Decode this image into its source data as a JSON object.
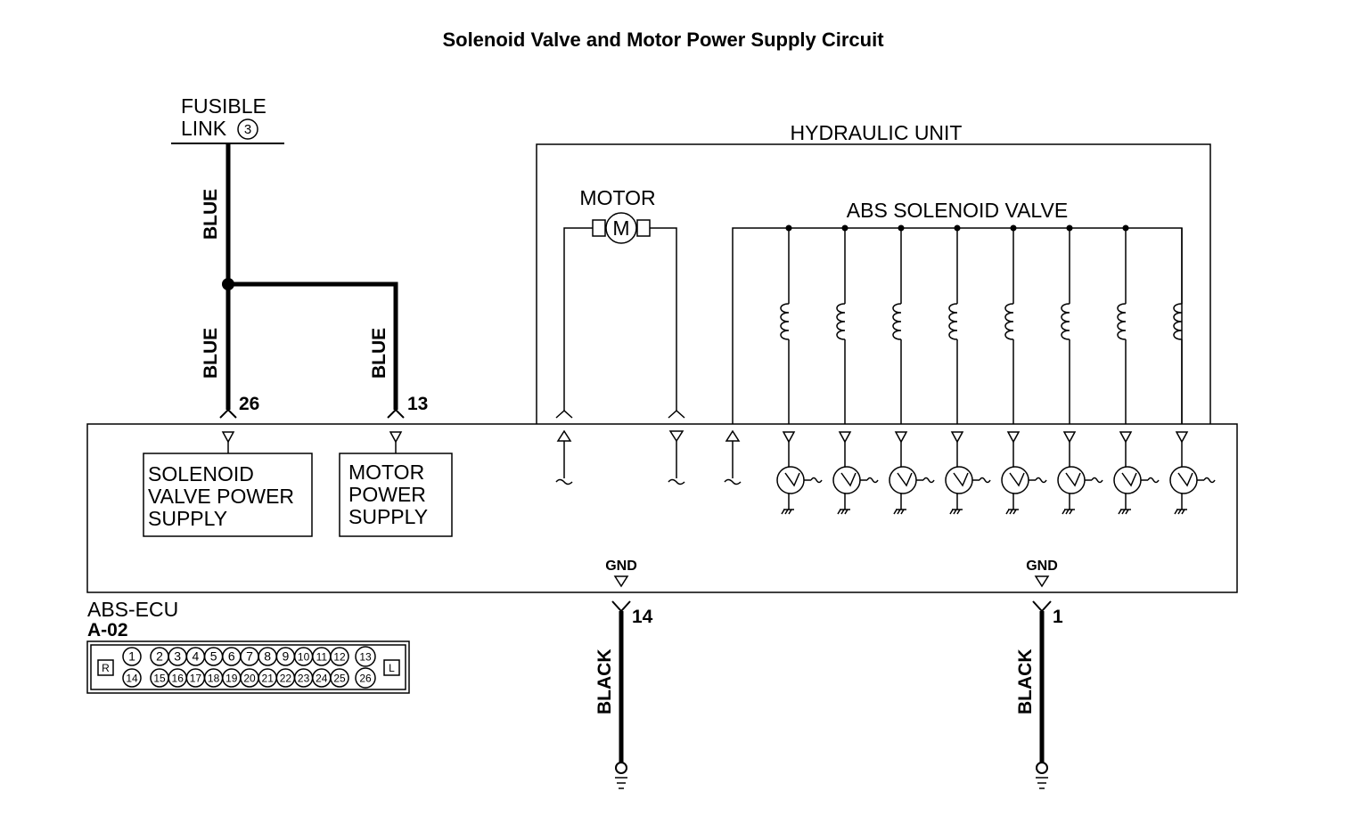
{
  "title": "Solenoid Valve and Motor Power Supply Circuit",
  "fusible_link": {
    "line1": "FUSIBLE",
    "line2": "LINK",
    "number": "3"
  },
  "hydraulic_unit": {
    "label": "HYDRAULIC UNIT",
    "motor_label": "MOTOR",
    "motor_symbol": "M",
    "solenoid_label": "ABS SOLENOID VALVE"
  },
  "wires": {
    "blue_top": "BLUE",
    "blue_left": "BLUE",
    "blue_right": "BLUE",
    "black_left": "BLACK",
    "black_right": "BLACK"
  },
  "pins": {
    "p26": "26",
    "p13": "13",
    "p14": "14",
    "p1": "1"
  },
  "ecu": {
    "solenoid_box": [
      "SOLENOID",
      "VALVE POWER",
      "SUPPLY"
    ],
    "motor_box": [
      "MOTOR",
      "POWER",
      "SUPPLY"
    ],
    "gnd_left": "GND",
    "gnd_right": "GND",
    "name": "ABS-ECU",
    "connector_id": "A-02"
  },
  "connector": {
    "left_tag": "R",
    "right_tag": "L",
    "top_row": [
      "1",
      "2",
      "3",
      "4",
      "5",
      "6",
      "7",
      "8",
      "9",
      "10",
      "11",
      "12",
      "13"
    ],
    "bottom_row": [
      "14",
      "15",
      "16",
      "17",
      "18",
      "19",
      "20",
      "21",
      "22",
      "23",
      "24",
      "25",
      "26"
    ]
  }
}
